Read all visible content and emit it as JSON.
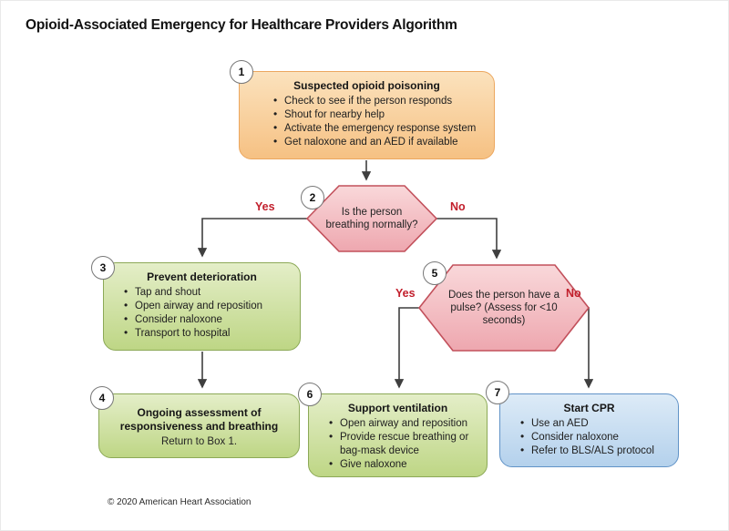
{
  "title": "Opioid-Associated Emergency for Healthcare Providers Algorithm",
  "footer": "© 2020 American Heart Association",
  "nodes": {
    "box1": {
      "number": "1",
      "title": "Suspected opioid poisoning",
      "bullets": [
        "Check to see if the person responds",
        "Shout for nearby help",
        "Activate the emergency response system",
        "Get naloxone and an AED if available"
      ]
    },
    "decision2": {
      "number": "2",
      "question": "Is the person breathing normally?",
      "yes_label": "Yes",
      "no_label": "No"
    },
    "box3": {
      "number": "3",
      "title": "Prevent deterioration",
      "bullets": [
        "Tap and shout",
        "Open airway and reposition",
        "Consider naloxone",
        "Transport to hospital"
      ]
    },
    "box4": {
      "number": "4",
      "title": "Ongoing assessment of responsiveness and breathing",
      "subtitle": "Return to Box 1."
    },
    "decision5": {
      "number": "5",
      "question": "Does the person have a pulse? (Assess for <10 seconds)",
      "yes_label": "Yes",
      "no_label": "No"
    },
    "box6": {
      "number": "6",
      "title": "Support ventilation",
      "bullets": [
        "Open airway and reposition",
        "Provide rescue breathing or bag-mask device",
        "Give naloxone"
      ]
    },
    "box7": {
      "number": "7",
      "title": "Start CPR",
      "bullets": [
        "Use an AED",
        "Consider naloxone",
        "Refer to BLS/ALS protocol"
      ]
    }
  },
  "colors": {
    "box_orange_fill": "#f6c183",
    "box_green_fill": "#bed685",
    "box_blue_fill": "#b4d1ec",
    "hexagon_pink_fill": "#f1b0b8",
    "border_orange": "#eca75f",
    "border_green": "#8ca957",
    "border_blue": "#6193c7",
    "border_pink": "#c2505b",
    "yes_no_red": "#c21f2c",
    "connector_line": "#3f3f3f"
  }
}
